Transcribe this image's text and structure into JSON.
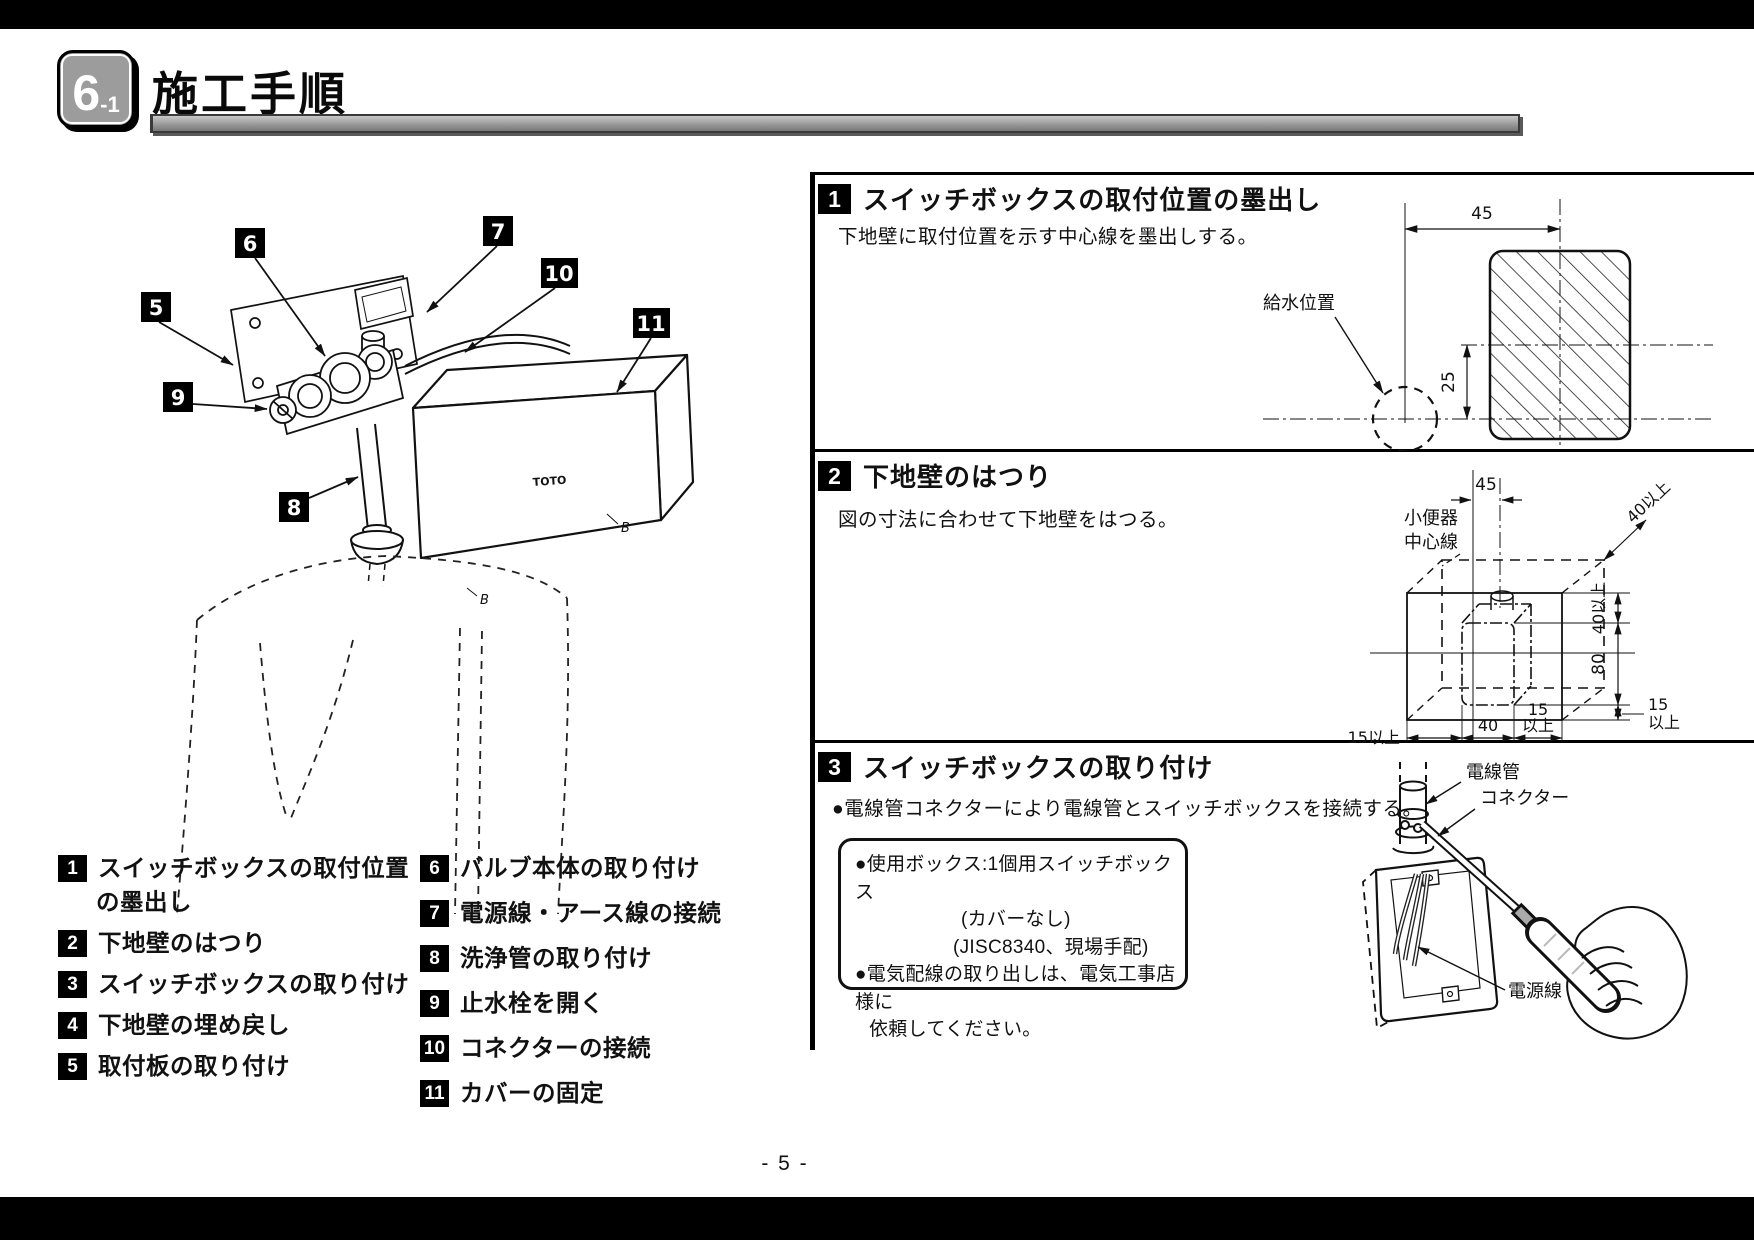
{
  "header": {
    "section_number": "6",
    "section_suffix": "-1",
    "title": "施工手順"
  },
  "page": {
    "number": "- 5 -"
  },
  "exploded": {
    "callouts": {
      "c5": "5",
      "c6": "6",
      "c7": "7",
      "c8": "8",
      "c9": "9",
      "c10": "10",
      "c11": "11"
    },
    "cover_logo": "TOTO",
    "b_mark_1": "B",
    "b_mark_2": "B"
  },
  "legend": {
    "col1": [
      {
        "num": "1",
        "label": "スイッチボックスの取付位置",
        "label2": "の墨出し"
      },
      {
        "num": "2",
        "label": "下地壁のはつり"
      },
      {
        "num": "3",
        "label": "スイッチボックスの取り付け"
      },
      {
        "num": "4",
        "label": "下地壁の埋め戻し"
      },
      {
        "num": "5",
        "label": "取付板の取り付け"
      }
    ],
    "col2": [
      {
        "num": "6",
        "label": "バルブ本体の取り付け"
      },
      {
        "num": "7",
        "label": "電源線・アース線の接続"
      },
      {
        "num": "8",
        "label": "洗浄管の取り付け"
      },
      {
        "num": "9",
        "label": "止水栓を開く"
      },
      {
        "num": "10",
        "label": "コネクターの接続"
      },
      {
        "num": "11",
        "label": "カバーの固定"
      }
    ]
  },
  "sections": {
    "s1": {
      "num": "1",
      "title": "スイッチボックスの取付位置の墨出し",
      "body": "下地壁に取付位置を示す中心線を墨出しする。",
      "diagram": {
        "dim_45": "45",
        "dim_25": "25",
        "supply_label": "給水位置"
      }
    },
    "s2": {
      "num": "2",
      "title": "下地壁のはつり",
      "body": "図の寸法に合わせて下地壁をはつる。",
      "diagram": {
        "dim_45": "45",
        "centerline_label_1": "小便器",
        "centerline_label_2": "中心線",
        "dim_depth": "40以上",
        "dim_top": "40以上",
        "dim_height": "80",
        "dim_below_1": "15",
        "dim_below_2": "以上",
        "dim_bottom_left": "15以上",
        "dim_width": "40",
        "dim_bottom_right_1": "15",
        "dim_bottom_right_2": "以上"
      }
    },
    "s3": {
      "num": "3",
      "title": "スイッチボックスの取り付け",
      "body": "●電線管コネクターにより電線管とスイッチボックスを接続する。",
      "note": {
        "line1": "●使用ボックス:1個用スイッチボックス",
        "line2": "(カバーなし)",
        "line3": "(JISC8340、現場手配)",
        "line4": "●電気配線の取り出しは、電気工事店様に",
        "line5": "依頼してください。"
      },
      "diagram": {
        "label_conduit": "電線管",
        "label_connector": "コネクター",
        "label_power": "電源線"
      }
    }
  }
}
